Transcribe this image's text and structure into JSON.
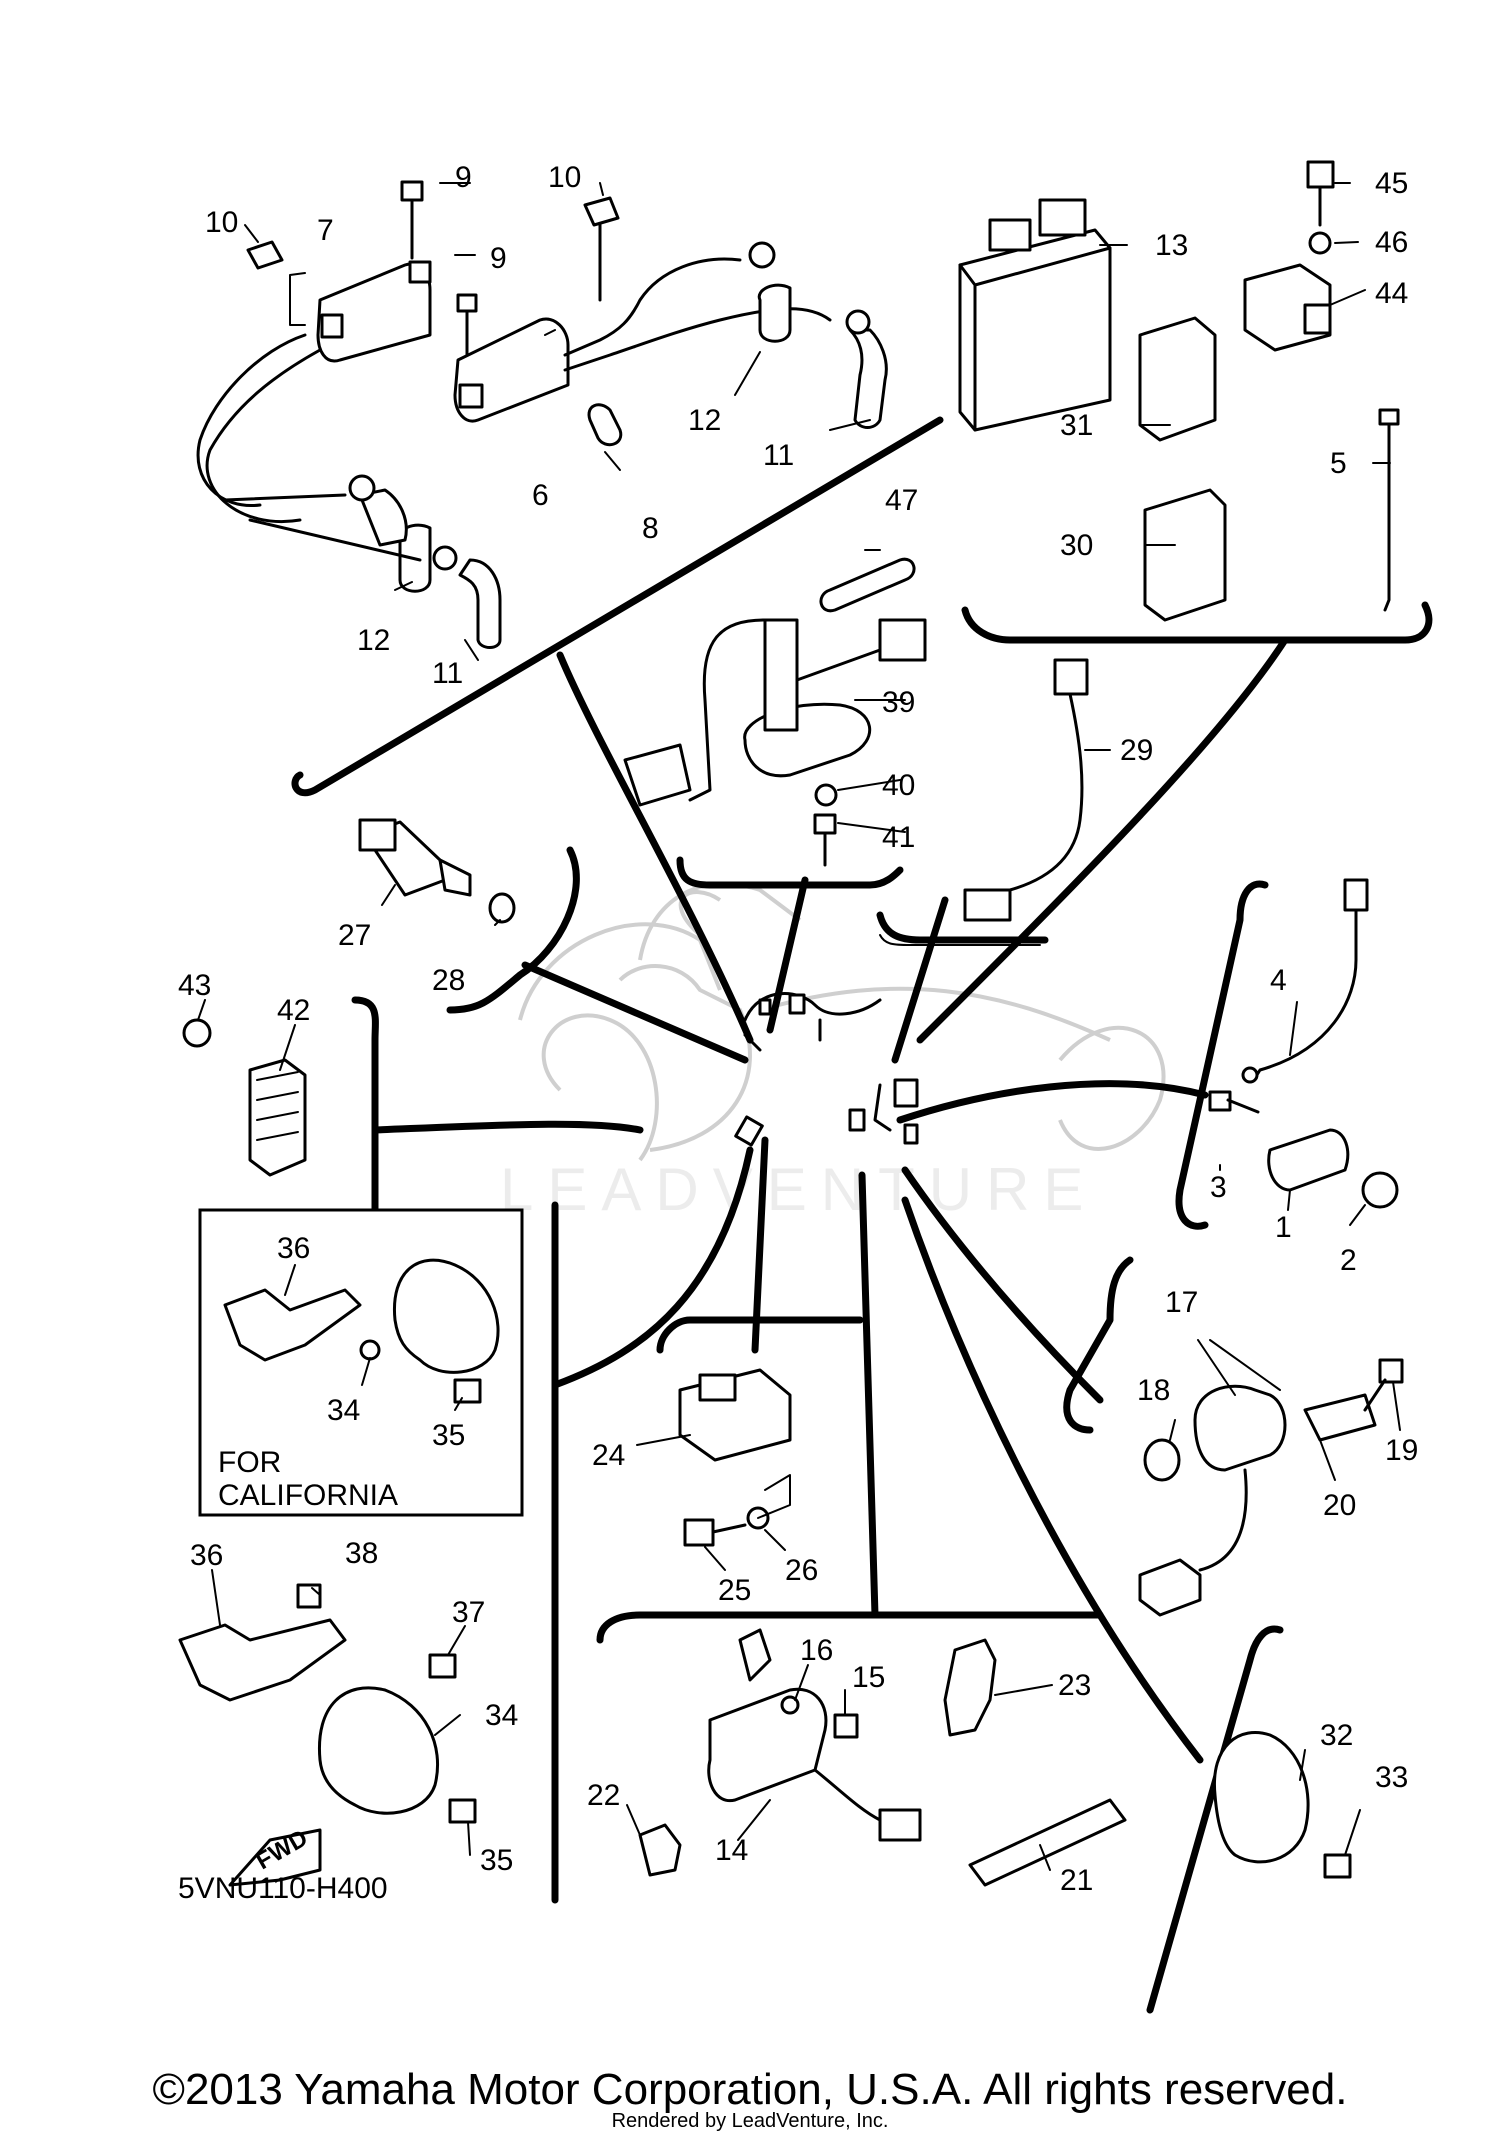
{
  "diagram_code": "5VNU110-H400",
  "box_label_line1": "FOR",
  "box_label_line2": "CALIFORNIA",
  "fwd_label": "FWD",
  "watermark": "LEADVENTURE",
  "copyright": "©2013 Yamaha Motor Corporation, U.S.A. All rights reserved.",
  "rendered_by": "Rendered by LeadVenture, Inc.",
  "callouts": {
    "c9a": "9",
    "c10a": "10",
    "c10b": "10",
    "c7": "7",
    "c9b": "9",
    "c6": "6",
    "c8": "8",
    "c12a": "12",
    "c11a": "11",
    "c12b": "12",
    "c11b": "11",
    "c13": "13",
    "c45": "45",
    "c46": "46",
    "c44": "44",
    "c31": "31",
    "c30": "30",
    "c5": "5",
    "c47": "47",
    "c39": "39",
    "c40": "40",
    "c41": "41",
    "c29": "29",
    "c27": "27",
    "c28": "28",
    "c43": "43",
    "c42": "42",
    "c4": "4",
    "c3": "3",
    "c1": "1",
    "c2": "2",
    "c36a": "36",
    "c34a": "34",
    "c35a": "35",
    "c17": "17",
    "c18": "18",
    "c19": "19",
    "c20": "20",
    "c24": "24",
    "c25": "25",
    "c26": "26",
    "c36b": "36",
    "c38": "38",
    "c37": "37",
    "c34b": "34",
    "c35b": "35",
    "c16": "16",
    "c15": "15",
    "c23": "23",
    "c22": "22",
    "c14": "14",
    "c21": "21",
    "c32": "32",
    "c33": "33"
  }
}
